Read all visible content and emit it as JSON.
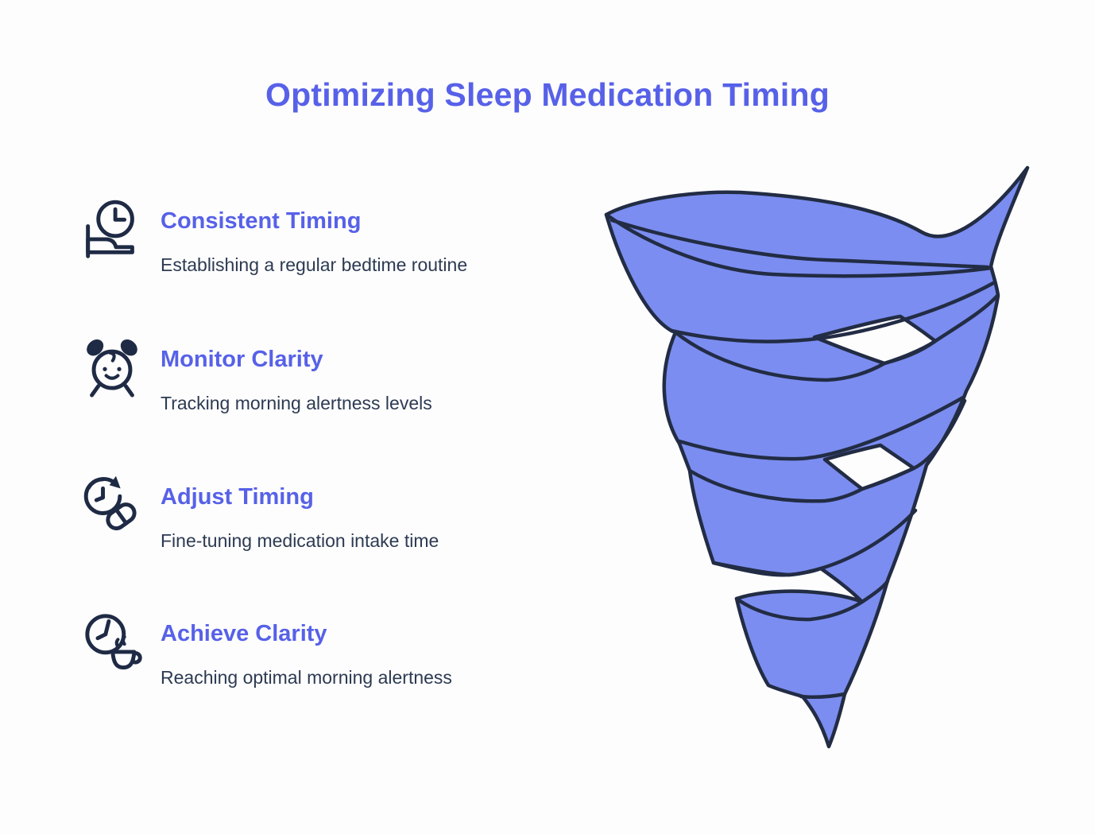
{
  "title": {
    "text": "Optimizing Sleep Medication Timing"
  },
  "steps": [
    {
      "icon": "bed-clock-icon",
      "heading": "Consistent Timing",
      "description": "Establishing a regular bedtime routine"
    },
    {
      "icon": "alarm-clock-face-icon",
      "heading": "Monitor Clarity",
      "description": "Tracking morning alertness levels"
    },
    {
      "icon": "clock-refresh-pill-icon",
      "heading": "Adjust Timing",
      "description": "Fine-tuning medication intake time"
    },
    {
      "icon": "clock-coffee-icon",
      "heading": "Achieve Clarity",
      "description": "Reaching optimal morning alertness"
    }
  ],
  "funnel": {
    "name": "spiral-funnel",
    "levels": 4,
    "fill": "#7b8df0",
    "stroke": "#222c44"
  },
  "colors": {
    "accent": "#5761e8",
    "dark_text": "#2d3a52",
    "icon_stroke": "#1f2b45",
    "background": "#fdfdfd"
  }
}
